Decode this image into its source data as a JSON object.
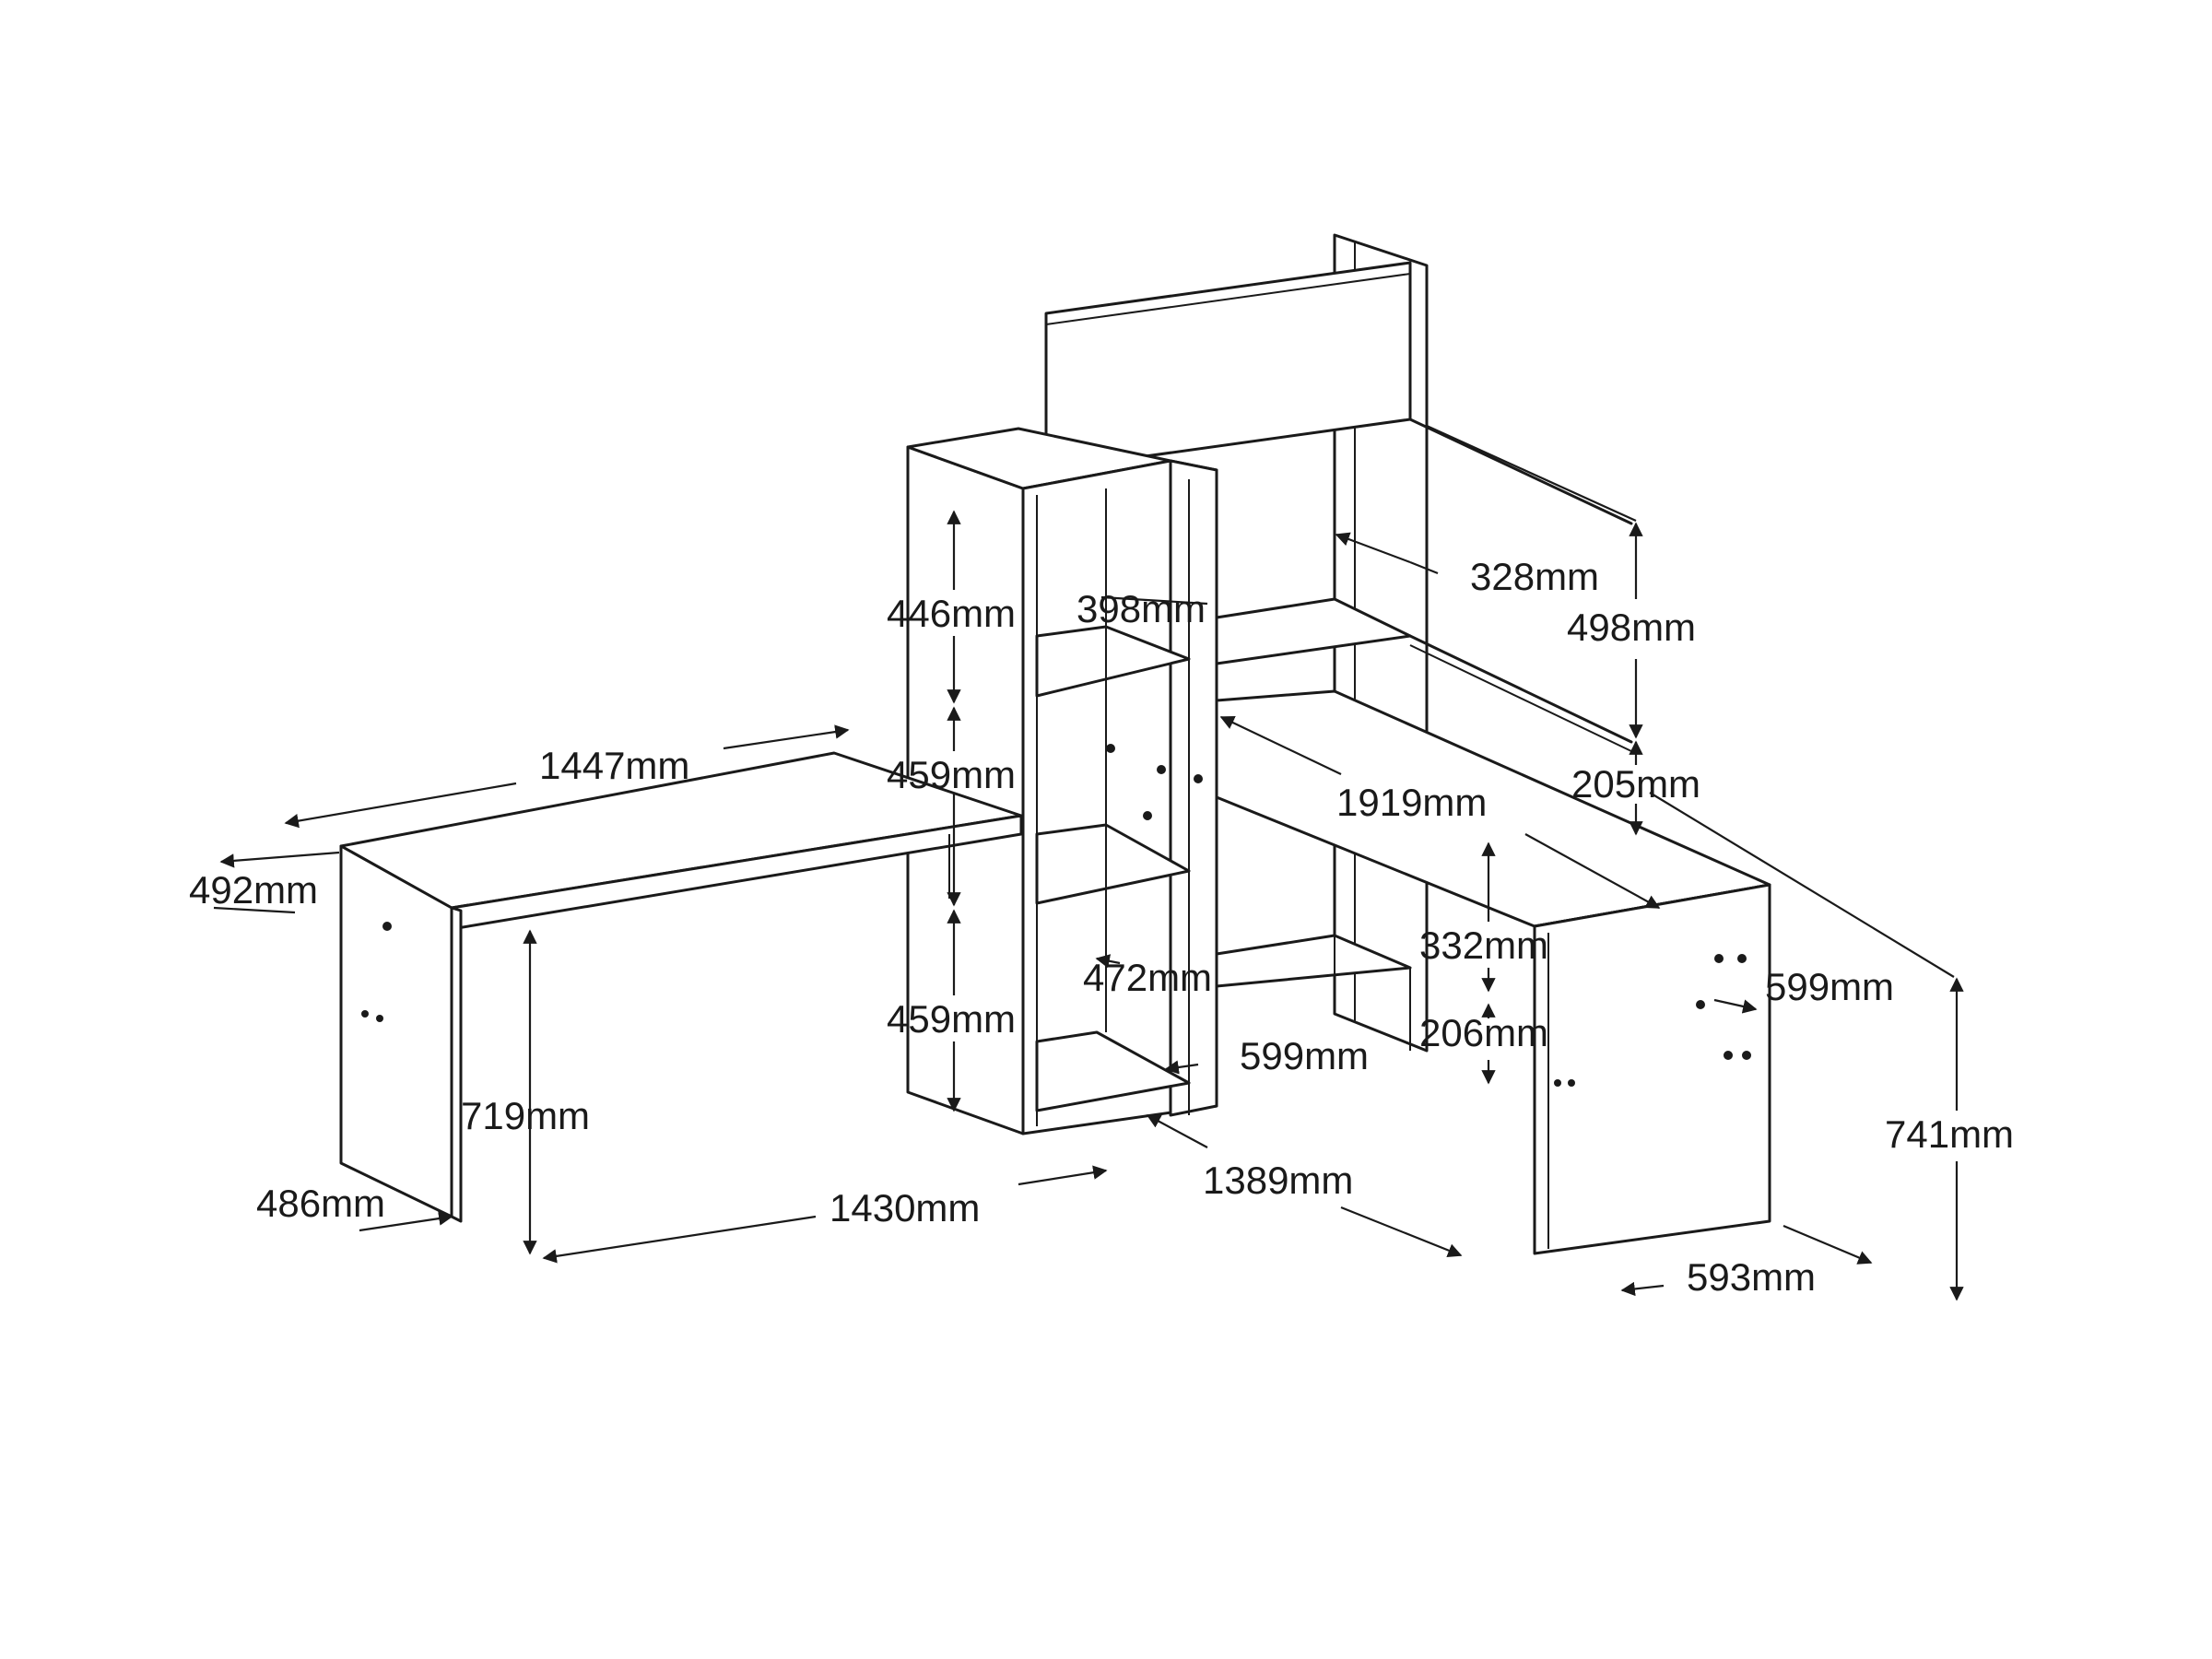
{
  "diagram": {
    "dimensions": {
      "desk_top_width": "1447mm",
      "desk_top_depth": "492mm",
      "desk_height": "719mm",
      "desk_base_depth": "486mm",
      "desk_base_width": "1430mm",
      "shelf_top_height": "446mm",
      "shelf_middle_height": "459mm",
      "shelf_bottom_height": "459mm",
      "shelf_width": "398mm",
      "shelf_compartment": "472mm",
      "shelf_depth": "599mm",
      "connector_length": "1389mm",
      "hutch_depth": "328mm",
      "hutch_height": "498mm",
      "hutch_gap": "205mm",
      "desk2_top_width": "1919mm",
      "desk2_upper_shelf": "332mm",
      "desk2_lower_shelf": "206mm",
      "desk2_top_depth": "599mm",
      "desk2_height": "741mm",
      "desk2_base_depth": "593mm"
    }
  }
}
